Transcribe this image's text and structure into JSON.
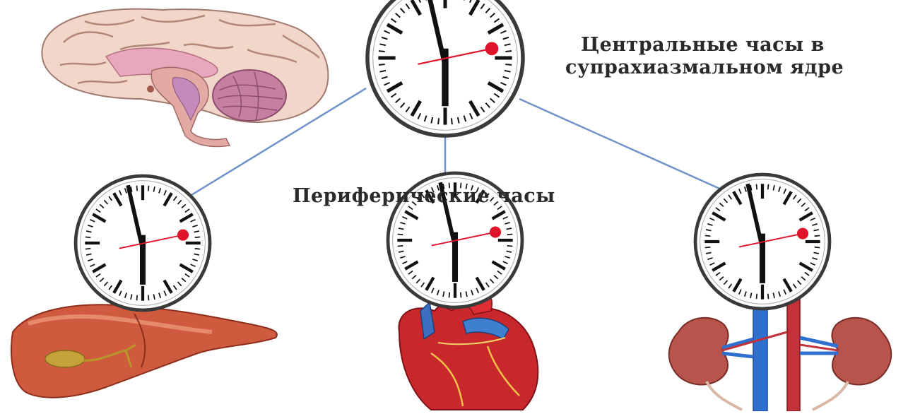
{
  "labels": {
    "central_line_1": "Центральные часы в",
    "central_line_2": "супрахиазмальном ядре",
    "peripheral": "Периферические часы"
  },
  "colors": {
    "arrow": "#6f93c9",
    "clock_second_dot": "#e0142b",
    "clock_hands": "#111111"
  },
  "icons": [
    "brain-icon",
    "liver-icon",
    "heart-icon",
    "kidneys-icon",
    "clock-icon",
    "arrow-icon"
  ]
}
